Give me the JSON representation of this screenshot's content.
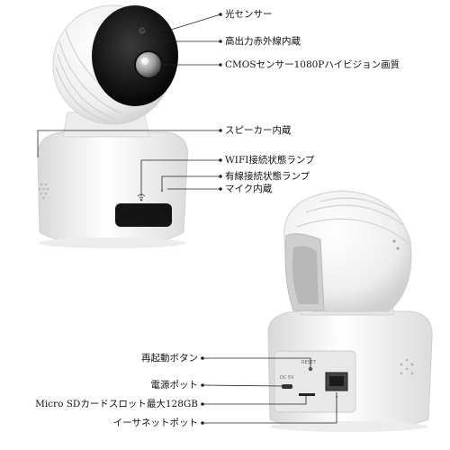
{
  "labels_front": [
    "光センサー",
    "高出力赤外線内蔵",
    "CMOSセンサー1080Pハイビジョン画質",
    "スピーカー内蔵",
    "WIFI接続状態ランプ",
    "有線接続状態ランプ",
    "マイク内蔵"
  ],
  "labels_back": [
    "再起動ボタン",
    "電源ポット",
    "Micro SDカードスロット最大128GB",
    "イーサネットポット"
  ],
  "port_text": {
    "reset": "RESET",
    "dc": "DC 5V"
  },
  "colors": {
    "body": "#f4f4f4",
    "shadow": "#d9d9d9",
    "lens": "#1a1a1a",
    "line": "#222222"
  }
}
